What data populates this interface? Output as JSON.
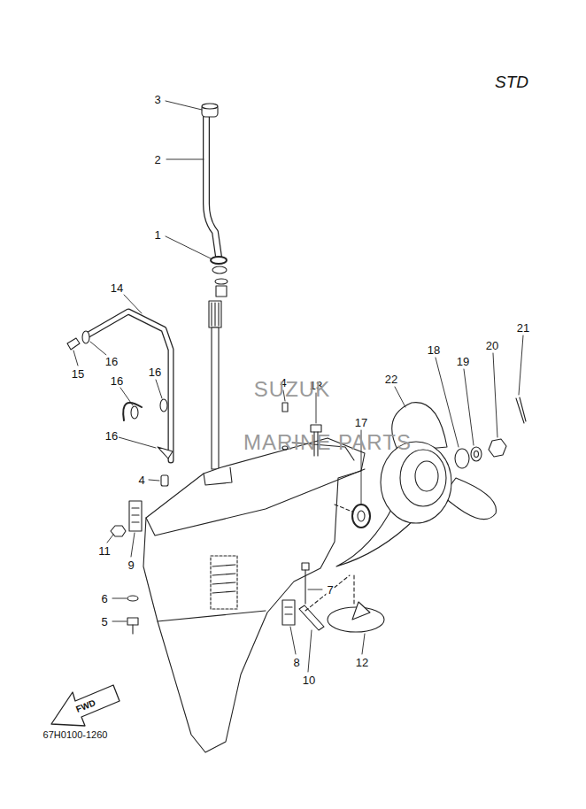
{
  "diagram": {
    "labels": [
      "STD",
      "3",
      "2",
      "1",
      "14",
      "16",
      "15",
      "16",
      "16",
      "16",
      "4",
      "13",
      "22",
      "18",
      "19",
      "20",
      "21",
      "17",
      "4",
      "11",
      "9",
      "6",
      "5",
      "7",
      "8",
      "10",
      "12",
      "FWD",
      "67H0100-1260",
      "SUZUK",
      "MARINE PARTS"
    ]
  }
}
